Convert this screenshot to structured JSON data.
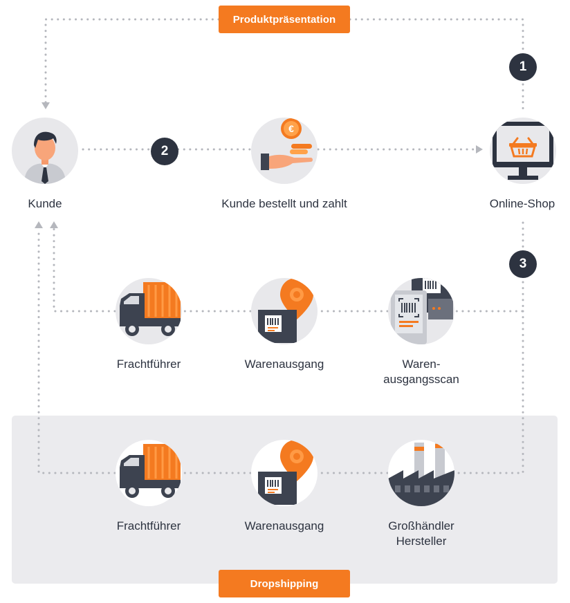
{
  "pills": {
    "top": "Produktpräsentation",
    "bottom": "Dropshipping"
  },
  "steps": [
    "1",
    "2",
    "3"
  ],
  "nodes": {
    "kunde": "Kunde",
    "order": "Kunde bestellt und zahlt",
    "shop": "Online-Shop",
    "carrier": "Frachtführer",
    "outgoing": "Warenausgang",
    "scan": "Waren-\nausgangsscan",
    "carrier_ds": "Frachtführer",
    "outgoing_ds": "Warenausgang",
    "wholesaler": "Großhändler\nHersteller"
  },
  "colors": {
    "accent": "#f47a20",
    "dark": "#2d3340",
    "connector": "#b5b7bd",
    "icon_circle": "#e8e8eb",
    "dropship_zone": "#ebebee"
  },
  "icons": {
    "kunde": "person-icon",
    "order": "hand-euro-coins-icon",
    "shop": "monitor-basket-icon",
    "carrier": "truck-icon",
    "outgoing": "package-location-pin-icon",
    "scan": "barcode-scanner-icon",
    "wholesaler": "factory-icon"
  }
}
